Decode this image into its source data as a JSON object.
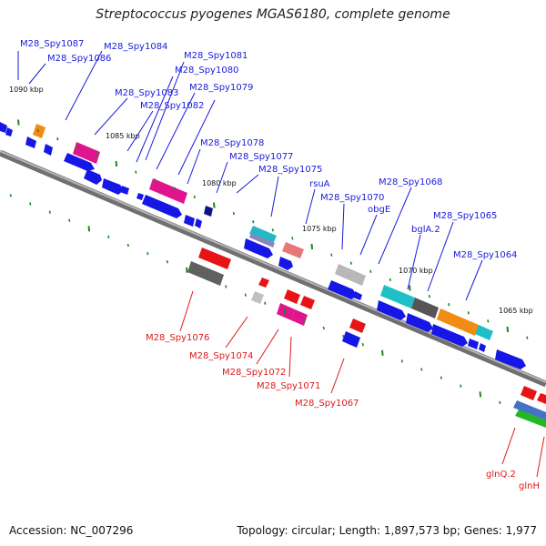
{
  "title": "Streptococcus pyogenes MGAS6180, complete genome",
  "footer": {
    "accession": "Accession: NC_007296",
    "stats": "Topology: circular; Length: 1,897,573 bp; Genes: 1,977"
  },
  "colors": {
    "backbone": "#8a8a8a",
    "forward_label": "#1a1adc",
    "reverse_label": "#dd1a1a",
    "tick": "#1a8a1a"
  },
  "kbp_labels": [
    {
      "text": "1090 kbp",
      "at": 1090
    },
    {
      "text": "1085 kbp",
      "at": 1085
    },
    {
      "text": "1080 kbp",
      "at": 1080
    },
    {
      "text": "1075 kbp",
      "at": 1075
    },
    {
      "text": "1070 kbp",
      "at": 1070
    },
    {
      "text": "1065 kbp",
      "at": 1065
    }
  ],
  "forward_labels": [
    "M28_Spy1087",
    "M28_Spy1086",
    "M28_Spy1084",
    "M28_Spy1083",
    "M28_Spy1082",
    "M28_Spy1081",
    "M28_Spy1080",
    "M28_Spy1079",
    "M28_Spy1078",
    "M28_Spy1077",
    "M28_Spy1075",
    "rsuA",
    "M28_Spy1070",
    "obgE",
    "M28_Spy1068",
    "bglA.2",
    "M28_Spy1065",
    "M28_Spy1064"
  ],
  "reverse_labels": [
    "M28_Spy1076",
    "M28_Spy1074",
    "M28_Spy1072",
    "M28_Spy1071",
    "M28_Spy1067",
    "glnQ.2",
    "glnH"
  ]
}
